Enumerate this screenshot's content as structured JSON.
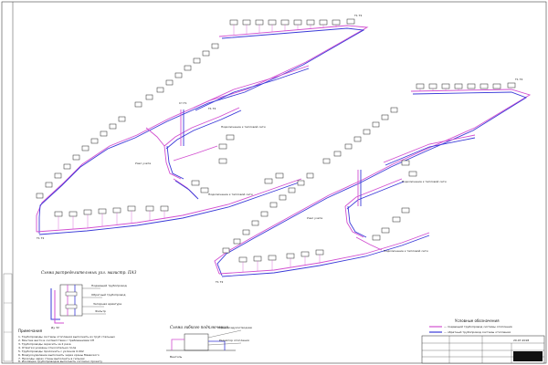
{
  "drawing": {
    "sheet_labels": {
      "scheme_main": "Схема распределительных узл. магистр. ПАЗ",
      "scheme_support": "Схема гибкого подключения",
      "notes_heading": "Примечания",
      "legend_heading": "Условные обозначения",
      "stamp_code": "20.07.2018"
    },
    "legend_rows": [
      "— подающий трубопровод системы отопления",
      "— обратный трубопровод системы отопления"
    ],
    "notes_lines": [
      "1. Трубопроводы системы отопления выполнить из труб стальных",
      "2. Монтаж вести в соответствии с требованиями СП",
      "3. Трубопроводы окрасить за 2 раза",
      "4. Отметки указаны относительно пола",
      "5. Трубопроводы проложить с уклоном 0.002",
      "6. Воздухоудаление выполнить через краны Маевского",
      "7. Проходы через стены выполнить в гильзах",
      "8. Изоляцию трубопроводов выполнить согласно проекту"
    ],
    "colors": {
      "pipe_supply": "#d24fd0",
      "pipe_return": "#3a3ad8",
      "ink": "#222222"
    }
  }
}
